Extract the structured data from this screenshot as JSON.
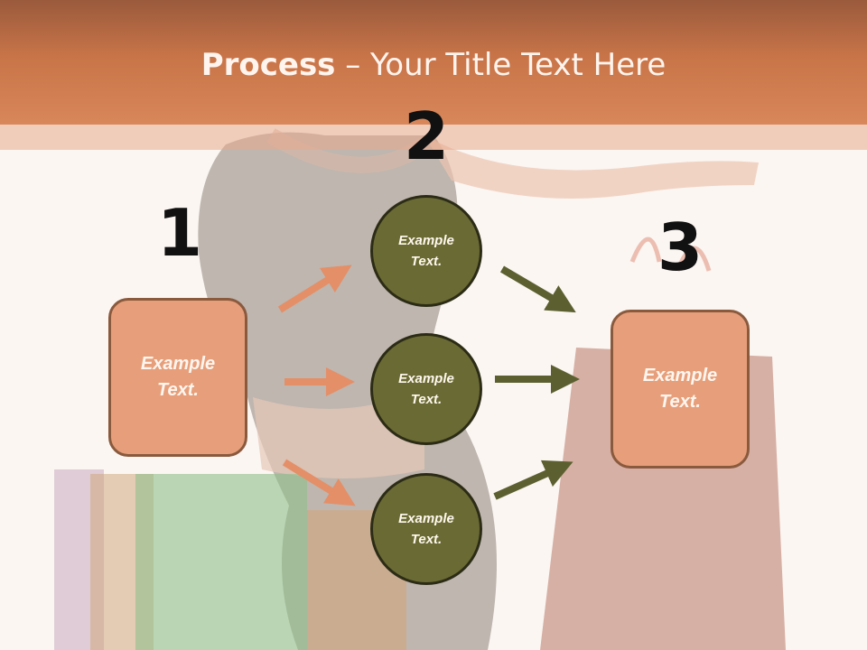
{
  "title": {
    "bold": "Process",
    "rest": " – Your Title Text Here"
  },
  "steps": {
    "one": "1",
    "two": "2",
    "three": "3"
  },
  "boxes": {
    "left": "Example Text.",
    "right": "Example Text."
  },
  "circles": {
    "top": "Example Text.",
    "middle": "Example Text.",
    "bottom": "Example Text."
  },
  "colors": {
    "band": "#d8875a",
    "box": "#e69f7a",
    "circle": "#6a6a34",
    "arrow_orange": "#e48f67",
    "arrow_olive": "#5c6030"
  }
}
